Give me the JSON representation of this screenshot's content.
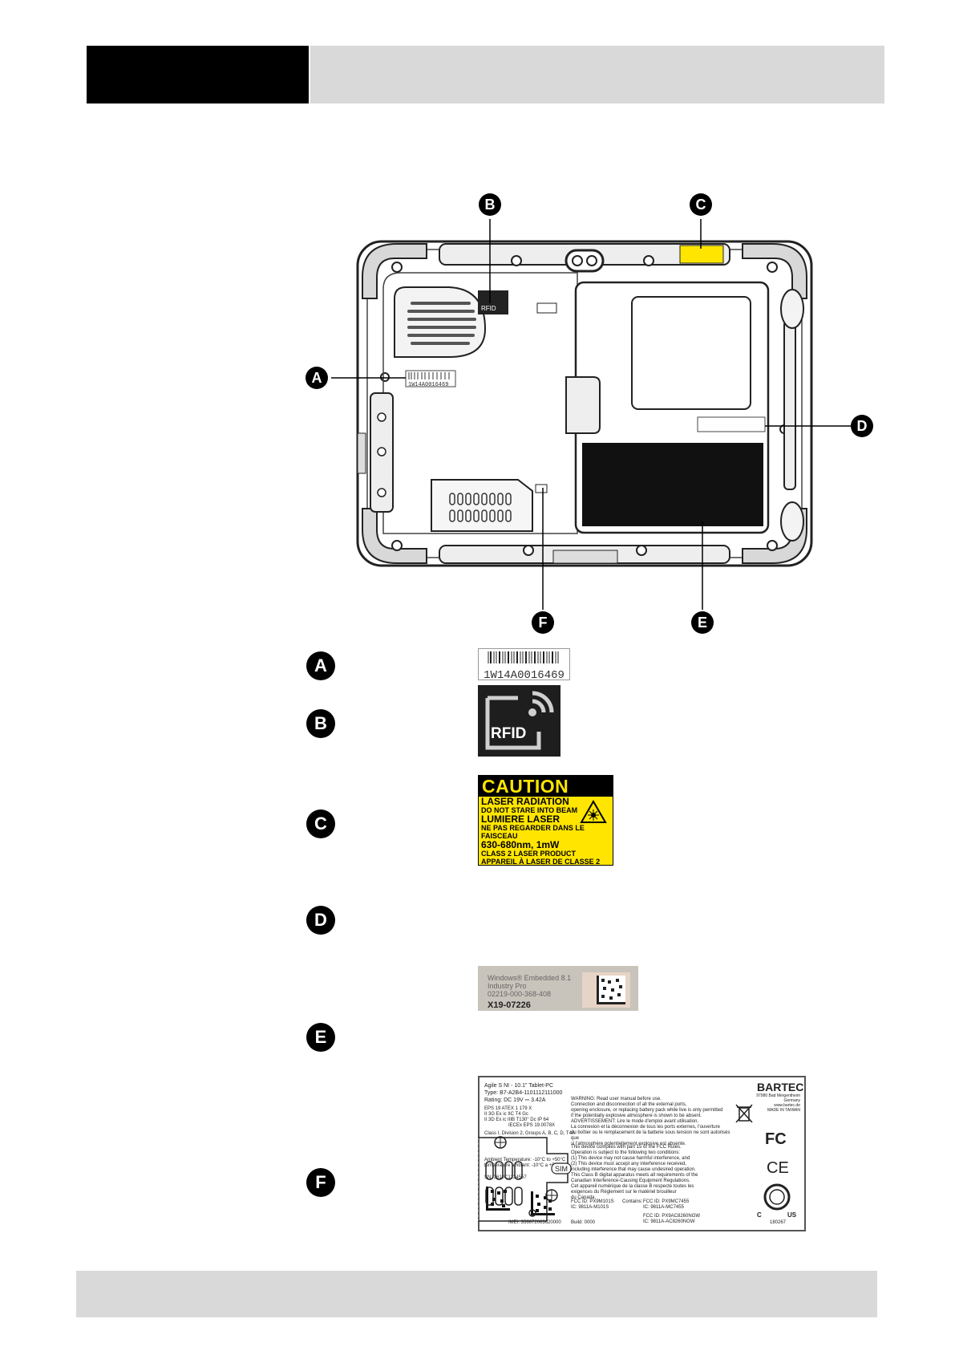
{
  "figure": {
    "callouts": [
      "A",
      "B",
      "C",
      "D",
      "E",
      "F"
    ],
    "barcode_small": "1W14A0016469"
  },
  "legend": [
    {
      "letter": "A"
    },
    {
      "letter": "B"
    },
    {
      "letter": "C"
    },
    {
      "letter": "D"
    },
    {
      "letter": "E"
    },
    {
      "letter": "F"
    }
  ],
  "serial_label": {
    "text": "1W14A0016469"
  },
  "rfid_label": {
    "text": "RFID"
  },
  "laser_label": {
    "title": "CAUTION",
    "line1": "LASER RADIATION",
    "line2": "DO NOT STARE INTO BEAM",
    "line3": "LUMIERE LASER",
    "line4": "NE PAS REGARDER DANS LE FAISCEAU",
    "line5": "630-680nm, 1mW",
    "line6": "CLASS 2 LASER PRODUCT",
    "line7": "APPAREIL À LASER DE CLASSE 2"
  },
  "license_label": {
    "line1": "Windows® Embedded 8.1",
    "line2": "Industry Pro",
    "line3": "02219-000-368-408",
    "code": "X19-07226"
  },
  "rating_plate": {
    "product": "Agile S NI - 10.1\" Tablet-PC",
    "type": "Type: B7-A2B4-1101112111000",
    "rating": "Rating: DC 19V ⎓ 3.42A",
    "atex": "EPS 19 ATEX 1 179 X",
    "ex1": "II 3G Ex ic IIC T4 Gc",
    "ex2": "II 3D Ex ic IIIB T130° Dc IP 64",
    "iecex": "IECEx EPS 19.0078X",
    "class": "Class I, Division 2, Groups A, B, C, D, T4A",
    "ambient1": "Ambient Temperature: -10°C to +50°C",
    "ambient2": "température ambiant: -10°C a +50°C",
    "sn": "SN: 3610C1234567",
    "imei": "IMEI: 356672063620000",
    "warning1": "WARNING: Read user manual before use.",
    "warning2": "Connection and disconnection of all the external ports,",
    "warning3": "opening enclosure, or replacing battery pack while live is only permitted",
    "warning4": "if the potentially explosive atmosphere is shown to be absent.",
    "warning5": "ADVERTISSEMENT: Lire le mode d'emploi avant utilisation.",
    "warning6": "La connexion et la déconnexion de tous les ports externes, l'ouverture",
    "warning7": "du boîtier ou le remplacement de la batterie sous tension ne sont autorisés que",
    "warning8": "si l'atmosphère potentiellement explosive est absente.",
    "fcc1": "This device complies with part 15 of the FCC Rules.",
    "fcc2": "Operation is subject to the following two conditions:",
    "fcc3": "(1) This device may not cause harmful interference, and",
    "fcc4": "(2) This device must accept any interference received,",
    "fcc5": "including interference that may cause undesired operation.",
    "fcc6": "This Class B digital apparatus meets all requirements of the",
    "fcc7": "Canadian Interference-Causing Equipment Regulations.",
    "fcc8": "Cet appareil numérique de la classe B respecte toutes les",
    "fcc9": "exigences du Règlement sur le matériel brouilleur",
    "fcc10": "du Canada.",
    "fccid1": "FCC ID: PX9M101S",
    "ic1": "IC: 9811A-M101S",
    "contains": "Contains:",
    "fccid2": "FCC ID: PX9MC7455",
    "ic2": "IC: 9811A-MC7455",
    "fccid3": "FCC ID: PX9AC8260NGW",
    "ic3": "IC: 9811A-AC8260NGW",
    "build": "Build: 0000",
    "brand": "BARTEC",
    "address1": "97980 Bad Mergentheim",
    "address2": "Germany",
    "address3": "www.bartec.de",
    "made_in": "MADE IN TAIWAN",
    "fc_mark": "FC",
    "ce_mark": "CE",
    "csa_c": "C",
    "csa_us": "US",
    "csa_num": "180267"
  },
  "sim_label": {
    "text": "SIM"
  }
}
